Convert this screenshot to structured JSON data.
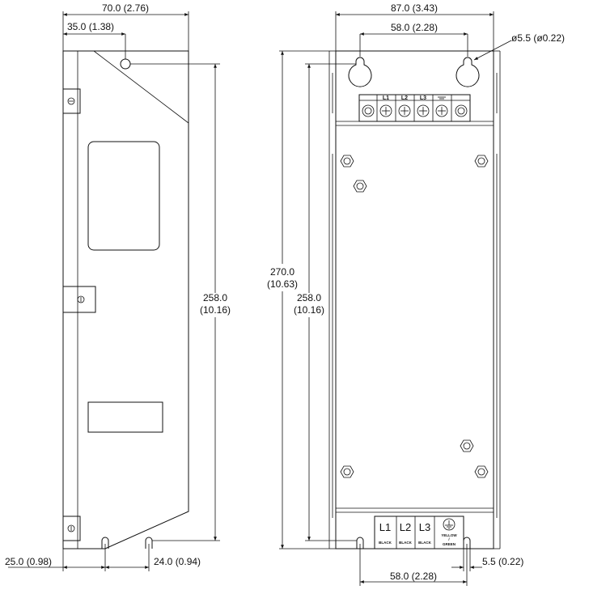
{
  "dimensions": {
    "left_width": "70.0 (2.76)",
    "left_hole_offset": "35.0 (1.38)",
    "left_height": "258.0",
    "left_height_in": "(10.16)",
    "left_bottom_offset": "25.0 (0.98)",
    "left_slot_spacing": "24.0 (0.94)",
    "right_width": "87.0 (3.43)",
    "right_top_spacing": "58.0 (2.28)",
    "hole_diameter": "ø5.5 (ø0.22)",
    "right_total_height": "270.0",
    "right_total_height_in": "(10.63)",
    "right_height": "258.0",
    "right_height_in": "(10.16)",
    "right_bottom_spacing": "58.0 (2.28)",
    "slot_width": "5.5 (0.22)"
  },
  "terminals_top": [
    "L1",
    "L2",
    "L3"
  ],
  "terminals_bottom": [
    {
      "name": "L1",
      "wire": "BLACK"
    },
    {
      "name": "L2",
      "wire": "BLACK"
    },
    {
      "name": "L3",
      "wire": "BLACK"
    }
  ],
  "ground_label": [
    "YELLOW",
    "/",
    "GREEN"
  ]
}
